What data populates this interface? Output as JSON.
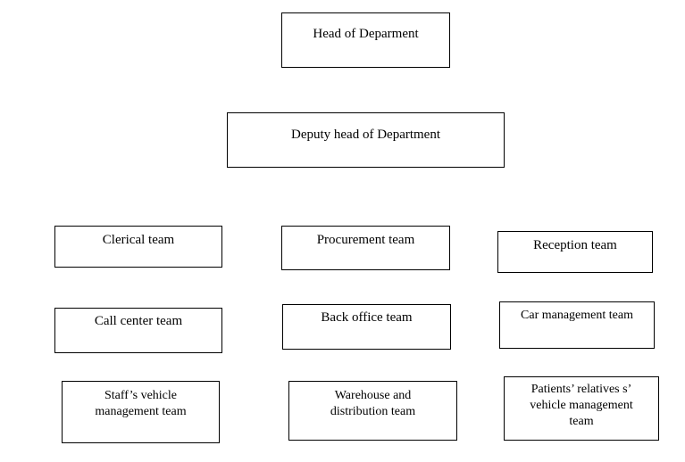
{
  "org_chart": {
    "head": "Head of Deparment",
    "deputy": "Deputy head of Department",
    "teams": {
      "clerical": "Clerical team",
      "procurement": "Procurement team",
      "reception": "Reception team",
      "call_center": "Call center team",
      "back_office": "Back office team",
      "car_management": "Car management team",
      "staff_vehicle": "Staff’s vehicle\nmanagement team",
      "warehouse": "Warehouse and\ndistribution team",
      "patients_vehicle": "Patients’ relatives s’\nvehicle management\nteam"
    }
  },
  "colors": {
    "border": "#000000",
    "background": "#ffffff",
    "text": "#000000"
  }
}
